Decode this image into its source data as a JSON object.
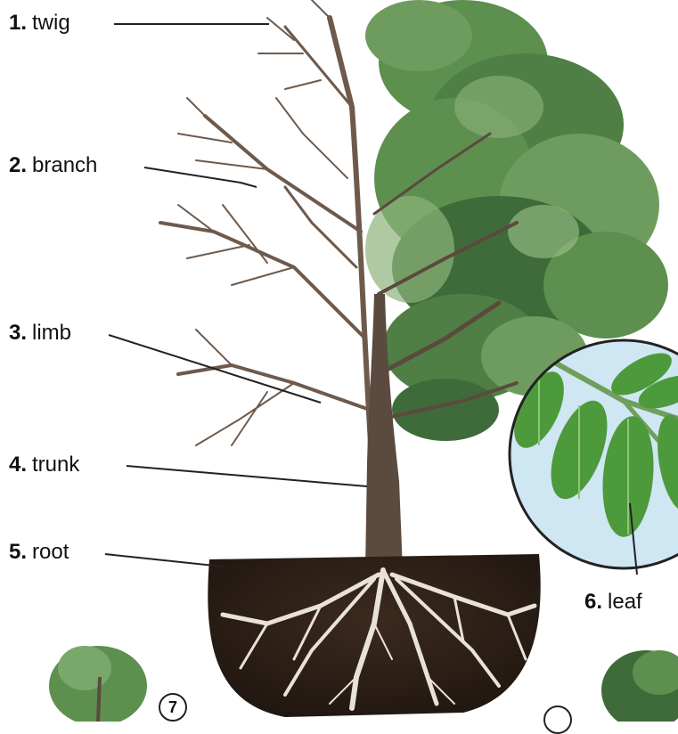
{
  "labels": [
    {
      "num": "1.",
      "text": "twig"
    },
    {
      "num": "2.",
      "text": "branch"
    },
    {
      "num": "3.",
      "text": "limb"
    },
    {
      "num": "4.",
      "text": "trunk"
    },
    {
      "num": "5.",
      "text": "root"
    },
    {
      "num": "6.",
      "text": "leaf"
    }
  ],
  "badges": [
    "7",
    ""
  ],
  "colors": {
    "trunk": "#5b4a3e",
    "bare_branch": "#6e5a4c",
    "foliage_dark": "#3f6b3a",
    "foliage_mid": "#5d8f4f",
    "foliage_light": "#8db37a",
    "soil": "#2e2118",
    "root": "#e9e2d6",
    "leaf_bg": "#cfe6f3",
    "leaf_green": "#4d9a3c"
  }
}
